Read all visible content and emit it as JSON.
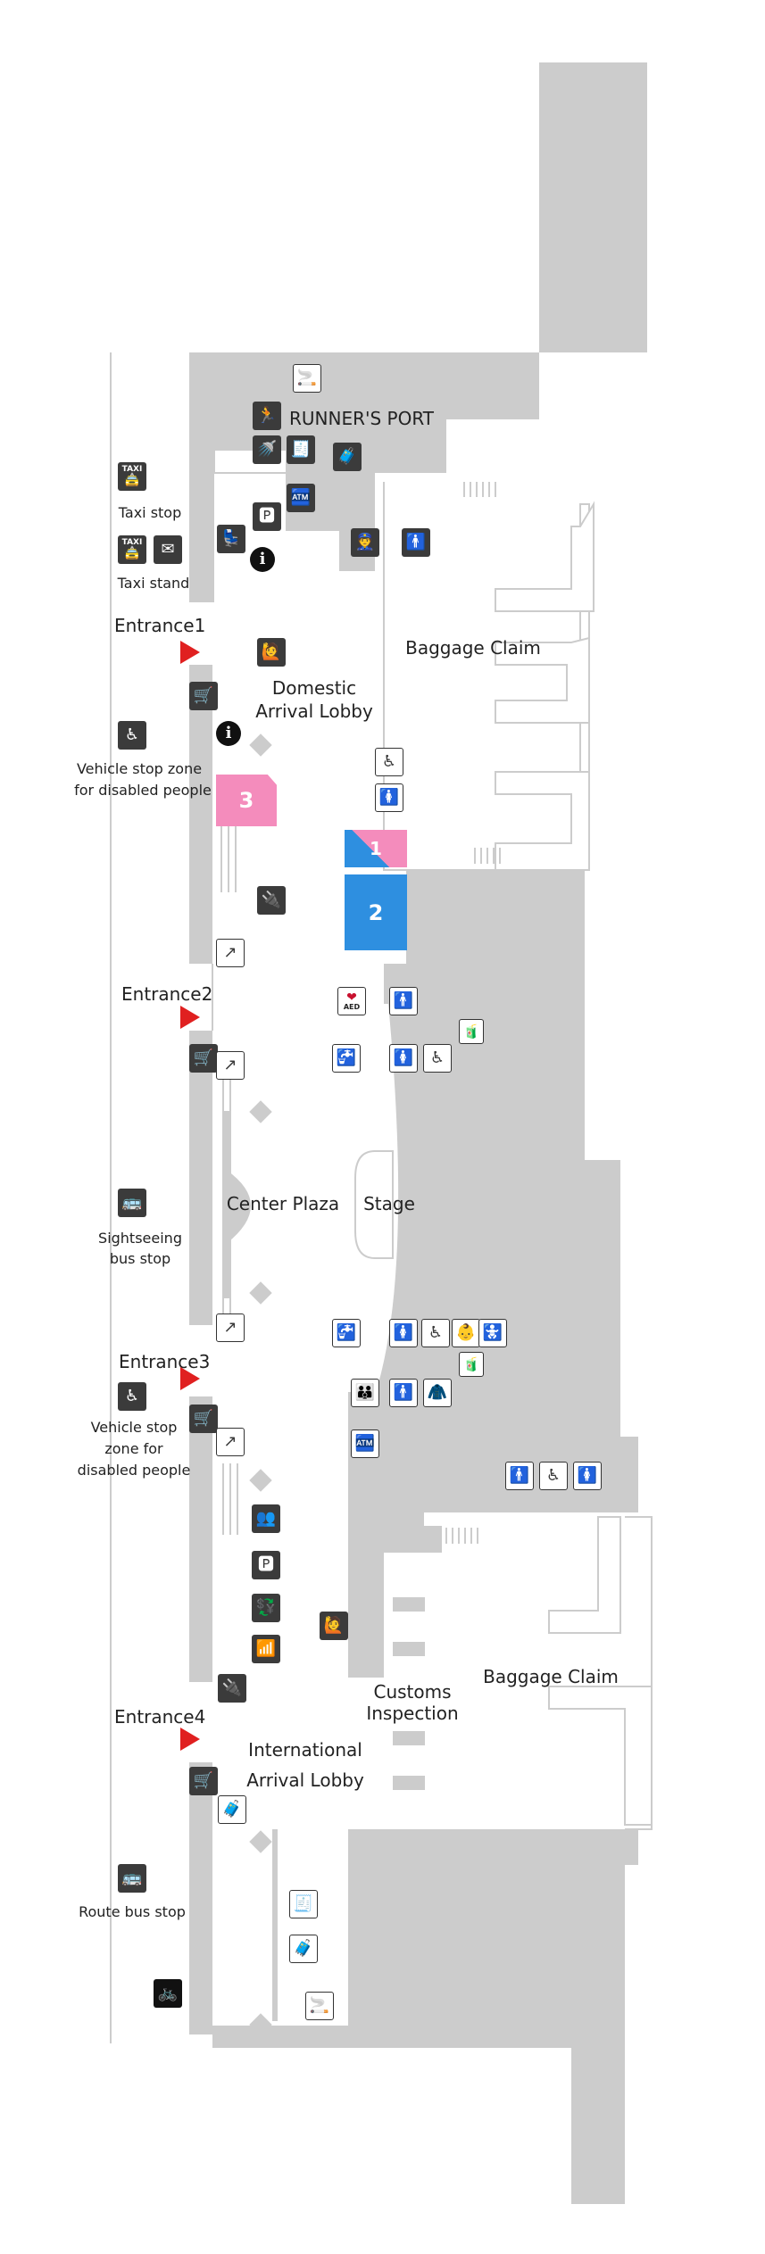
{
  "colors": {
    "building": "#cccccc",
    "outline": "#cccccc",
    "dash": "#cccccc",
    "shop_pink": "#f48cbc",
    "shop_blue": "#2e8fe0",
    "arrow": "#e02020",
    "icon_bg": "#3b3b3b"
  },
  "areas": {
    "runners_port": "RUNNER'S PORT",
    "baggage_claim_domestic": "Baggage Claim",
    "domestic_lobby_line1": "Domestic",
    "domestic_lobby_line2": "Arrival Lobby",
    "center_plaza": "Center Plaza",
    "stage": "Stage",
    "customs_line1": "Customs",
    "customs_line2": "Inspection",
    "baggage_claim_international": "Baggage Claim",
    "intl_lobby_line1": "International",
    "intl_lobby_line2": "Arrival Lobby"
  },
  "exterior": {
    "taxi_stop": "Taxi stop",
    "taxi_stand": "Taxi stand",
    "entrance1": "Entrance1",
    "vehicle_stop_1_line1": "Vehicle stop zone",
    "vehicle_stop_1_line2": "for disabled people",
    "entrance2": "Entrance2",
    "sightseeing_line1": "Sightseeing",
    "sightseeing_line2": "bus stop",
    "entrance3": "Entrance3",
    "vehicle_stop_2_line1": "Vehicle stop",
    "vehicle_stop_2_line2": "zone for",
    "vehicle_stop_2_line3": "disabled people",
    "entrance4": "Entrance4",
    "route_bus_stop": "Route bus stop"
  },
  "shops": {
    "shop1": "1",
    "shop2": "2",
    "shop3": "3"
  },
  "icons": {
    "taxi_badge": "TAXI",
    "aed_text": "AED",
    "info": "i"
  }
}
